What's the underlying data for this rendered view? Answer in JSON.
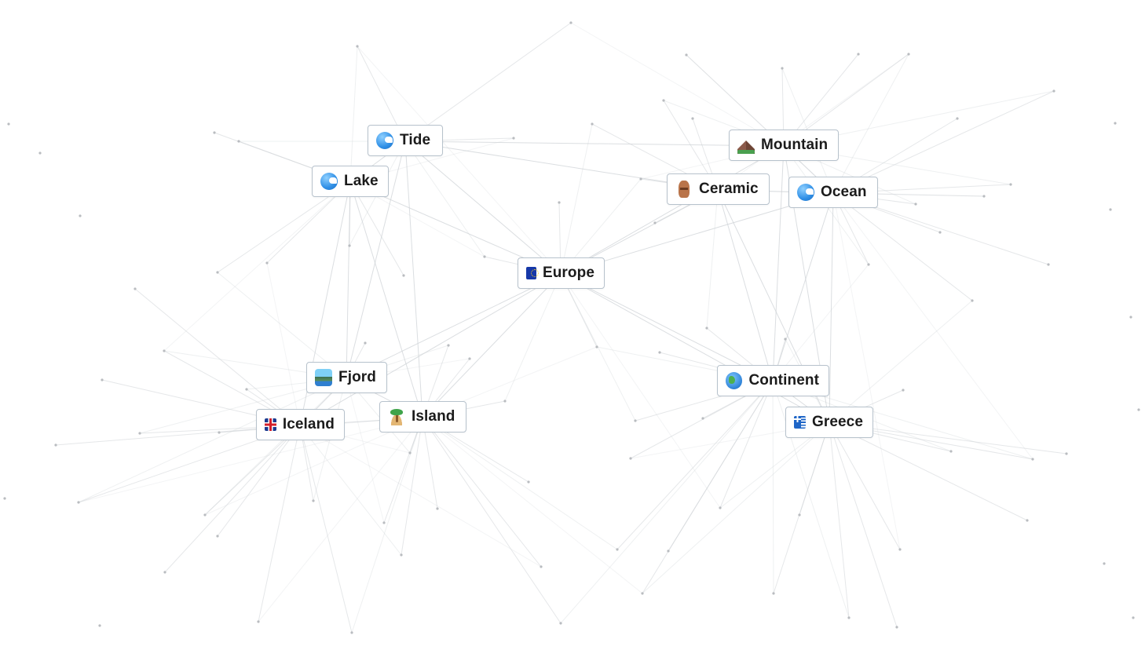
{
  "elements": [
    {
      "id": "tide",
      "label": "Tide",
      "icon": "wave-icon"
    },
    {
      "id": "lake",
      "label": "Lake",
      "icon": "wave-icon"
    },
    {
      "id": "europe",
      "label": "Europe",
      "icon": "eu-flag-icon"
    },
    {
      "id": "fjord",
      "label": "Fjord",
      "icon": "fjord-icon"
    },
    {
      "id": "iceland",
      "label": "Iceland",
      "icon": "iceland-flag-icon"
    },
    {
      "id": "island",
      "label": "Island",
      "icon": "island-icon"
    },
    {
      "id": "mountain",
      "label": "Mountain",
      "icon": "mountain-icon"
    },
    {
      "id": "ceramic",
      "label": "Ceramic",
      "icon": "amphora-icon"
    },
    {
      "id": "ocean",
      "label": "Ocean",
      "icon": "wave-icon"
    },
    {
      "id": "continent",
      "label": "Continent",
      "icon": "globe-icon"
    },
    {
      "id": "greece",
      "label": "Greece",
      "icon": "greece-flag-icon"
    }
  ],
  "colors": {
    "background": "#ffffff",
    "chip_border": "#b7c2cc",
    "edge": "#cfd3d7",
    "dot": "#b9bcc0"
  }
}
